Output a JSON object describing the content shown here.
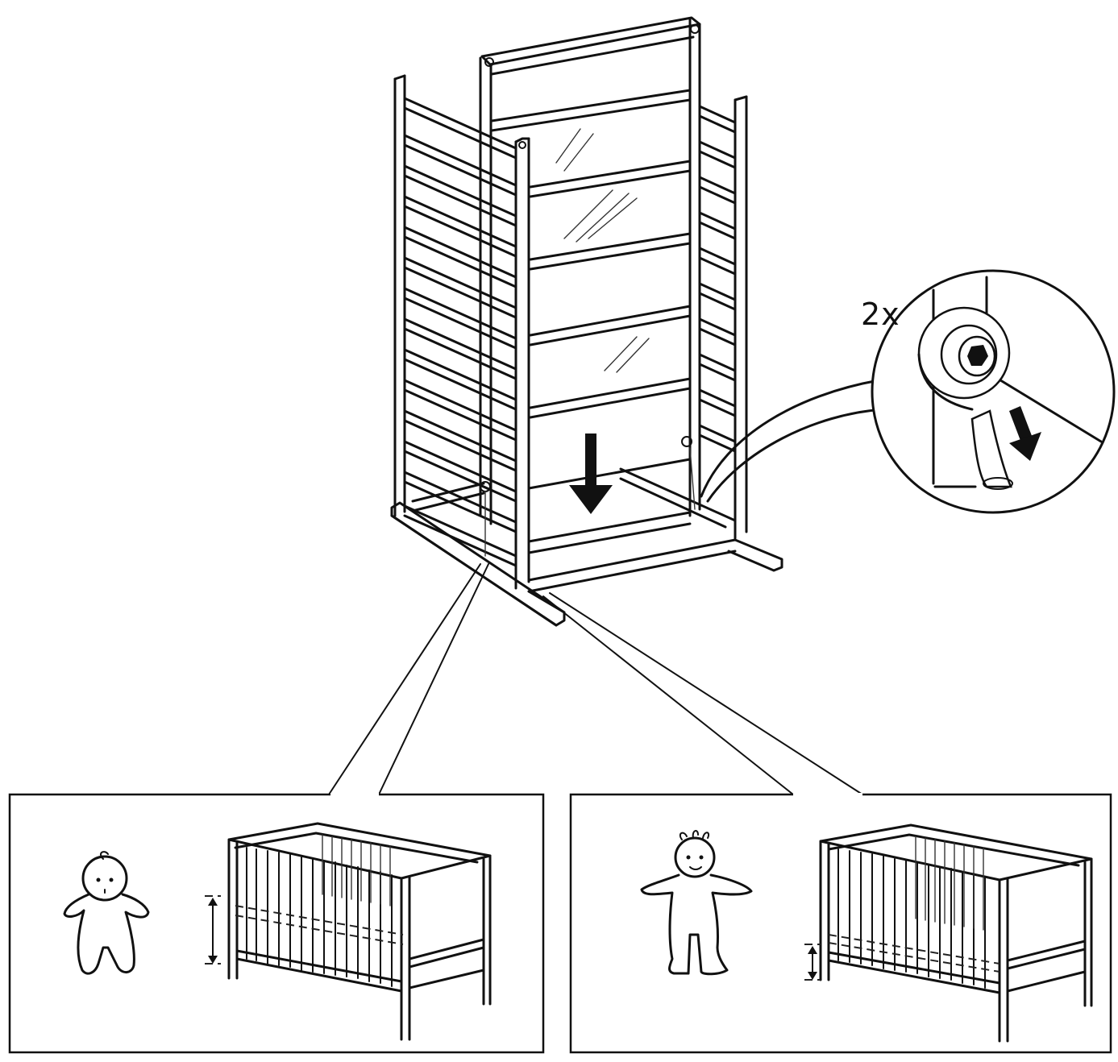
{
  "diagram": {
    "quantity_label": "2x",
    "icons": {
      "main_arrow": "down-arrow-icon",
      "detail_arrow": "down-arrow-icon",
      "height_marker": "height-indicator-icon"
    },
    "panels": [
      {
        "id": "left",
        "figure": "newborn-baby",
        "mattress_level": "high"
      },
      {
        "id": "right",
        "figure": "standing-toddler",
        "mattress_level": "low"
      }
    ]
  }
}
